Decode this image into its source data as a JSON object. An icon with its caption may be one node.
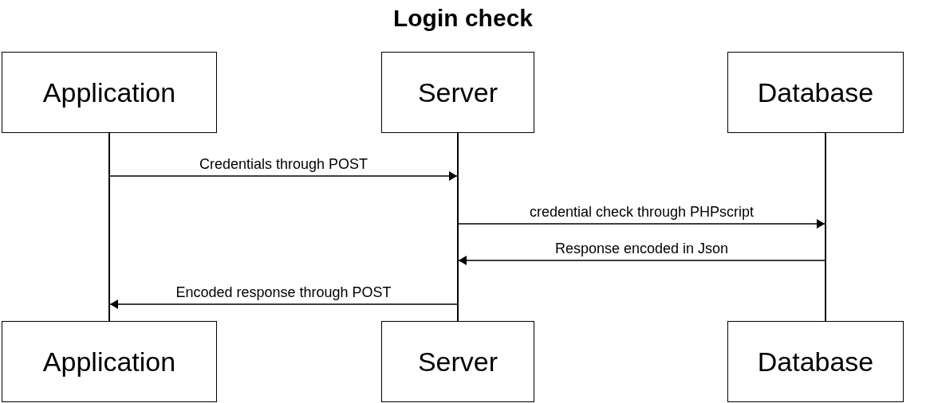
{
  "diagram": {
    "title": "Login check",
    "nodes": [
      {
        "text": [
          "Application"
        ]
      },
      {
        "text": [
          "Server"
        ]
      },
      {
        "text": [
          "Database"
        ]
      },
      {
        "text": [
          "Application"
        ]
      },
      {
        "text": [
          "Server"
        ]
      },
      {
        "text": [
          "Database"
        ]
      },
      {
        "text": [],
        "shape": "bar"
      },
      {
        "text": [],
        "shape": "bar"
      },
      {
        "text": [],
        "shape": "bar"
      }
    ],
    "edges": [
      {
        "from": 6,
        "to": 7,
        "arrow": "to",
        "label": "Credentials through POST"
      },
      {
        "from": 7,
        "to": 8,
        "arrow": "to",
        "label": "credential check through PHPscript"
      },
      {
        "from": 8,
        "to": 7,
        "arrow": "to",
        "label": "Response encoded in Json"
      },
      {
        "from": 7,
        "to": 6,
        "arrow": "to",
        "label": "Encoded response through POST"
      }
    ]
  }
}
